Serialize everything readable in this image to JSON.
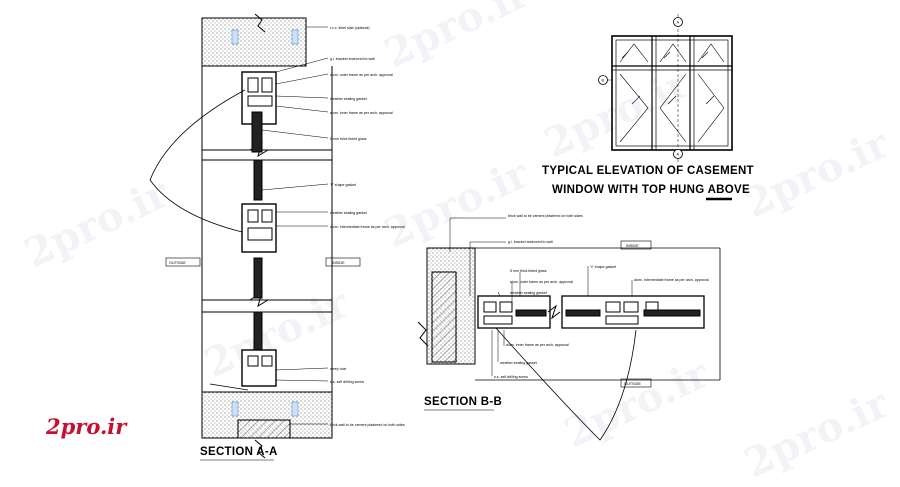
{
  "watermark": "2pro.ir",
  "brand": "2pro.ir",
  "section_aa": {
    "title": "SECTION A-A",
    "notes": [
      "r.c.c. lintel slab (optional)",
      "g.i. bracket anchored to wall",
      "alum. outer frame as per arch. approval",
      "weather sealing gasket",
      "alum. inner frame as per arch. approval",
      "5 mm thick tinted glass",
      "'V' shape gasket",
      "weather sealing gasket",
      "alum. intermediate frame as per arch. approval",
      "weep hole",
      "s.s. self drilling screw",
      "brick wall to be cement plastered on both sides"
    ],
    "outside_label": "OUTSIDE",
    "inside_label": "INSIDE"
  },
  "section_bb": {
    "title": "SECTION B-B",
    "notes": [
      "brick wall to be cement plastered on both sides",
      "g.i. bracket anchored to wall",
      "5 mm thick tinted glass",
      "alum. outer frame as per arch. approval",
      "weather sealing gasket",
      "alum. inner frame as per arch. approval",
      "weather sealing gasket",
      "s.s. self drilling screw",
      "'V' shape gasket",
      "alum. intermediate frame as per arch. approval"
    ],
    "inside_label": "INSIDE",
    "outside_label": "OUTSIDE"
  },
  "elevation": {
    "title_line1": "TYPICAL ELEVATION OF CASEMENT",
    "title_line2": "WINDOW WITH TOP HUNG ABOVE",
    "marker_a": "A",
    "marker_b": "B"
  },
  "colors": {
    "brand": "#c8102e",
    "line": "#000000",
    "hatch": "#555555"
  }
}
